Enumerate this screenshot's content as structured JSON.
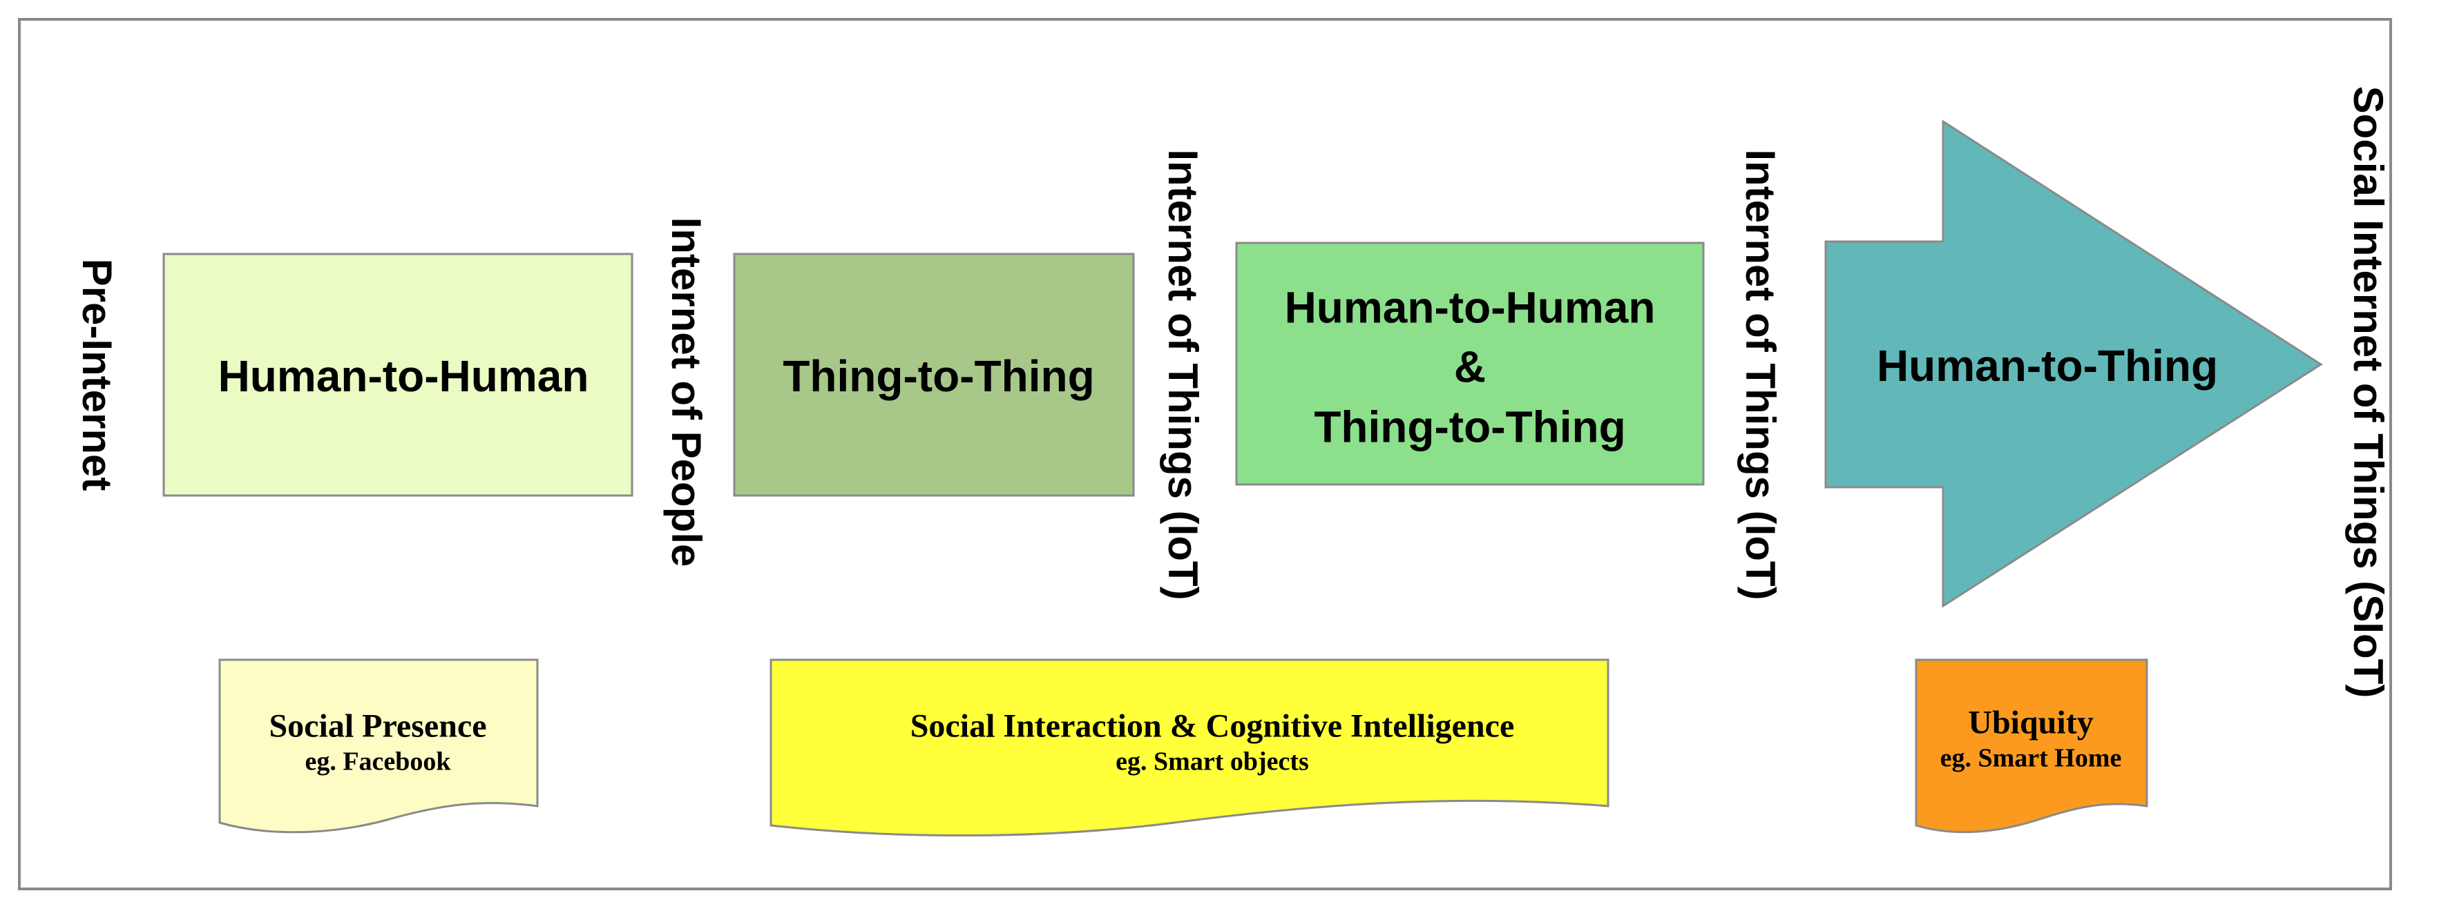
{
  "stages": {
    "pre_internet": "Pre-Internet",
    "internet_of_people": "Internet of People",
    "iot_1": "Internet of Things (IoT)",
    "iot_2": "Internet of Things (IoT)",
    "siot": "Social Internet of Things (SIoT)"
  },
  "boxes": {
    "h2h": "Human-to-Human",
    "t2t": "Thing-to-Thing",
    "combo_line1": "Human-to-Human",
    "combo_line2": "&",
    "combo_line3": "Thing-to-Thing",
    "h2thing": "Human-to-Thing"
  },
  "notes": {
    "social_presence_title": "Social Presence",
    "social_presence_example": "eg. Facebook",
    "social_interaction_title": "Social Interaction & Cognitive Intelligence",
    "social_interaction_example": "eg. Smart objects",
    "ubiquity_title": "Ubiquity",
    "ubiquity_example": "eg. Smart Home"
  },
  "colors": {
    "h2h_fill": "#eafcc4",
    "t2t_fill": "#a8c88a",
    "combo_fill": "#8ce08c",
    "arrow_fill": "#62b8b8",
    "social_presence_fill": "#fdfcc4",
    "social_interaction_fill": "#ffff3a",
    "ubiquity_fill": "#fb9a1e",
    "border": "#8a8a8a"
  }
}
